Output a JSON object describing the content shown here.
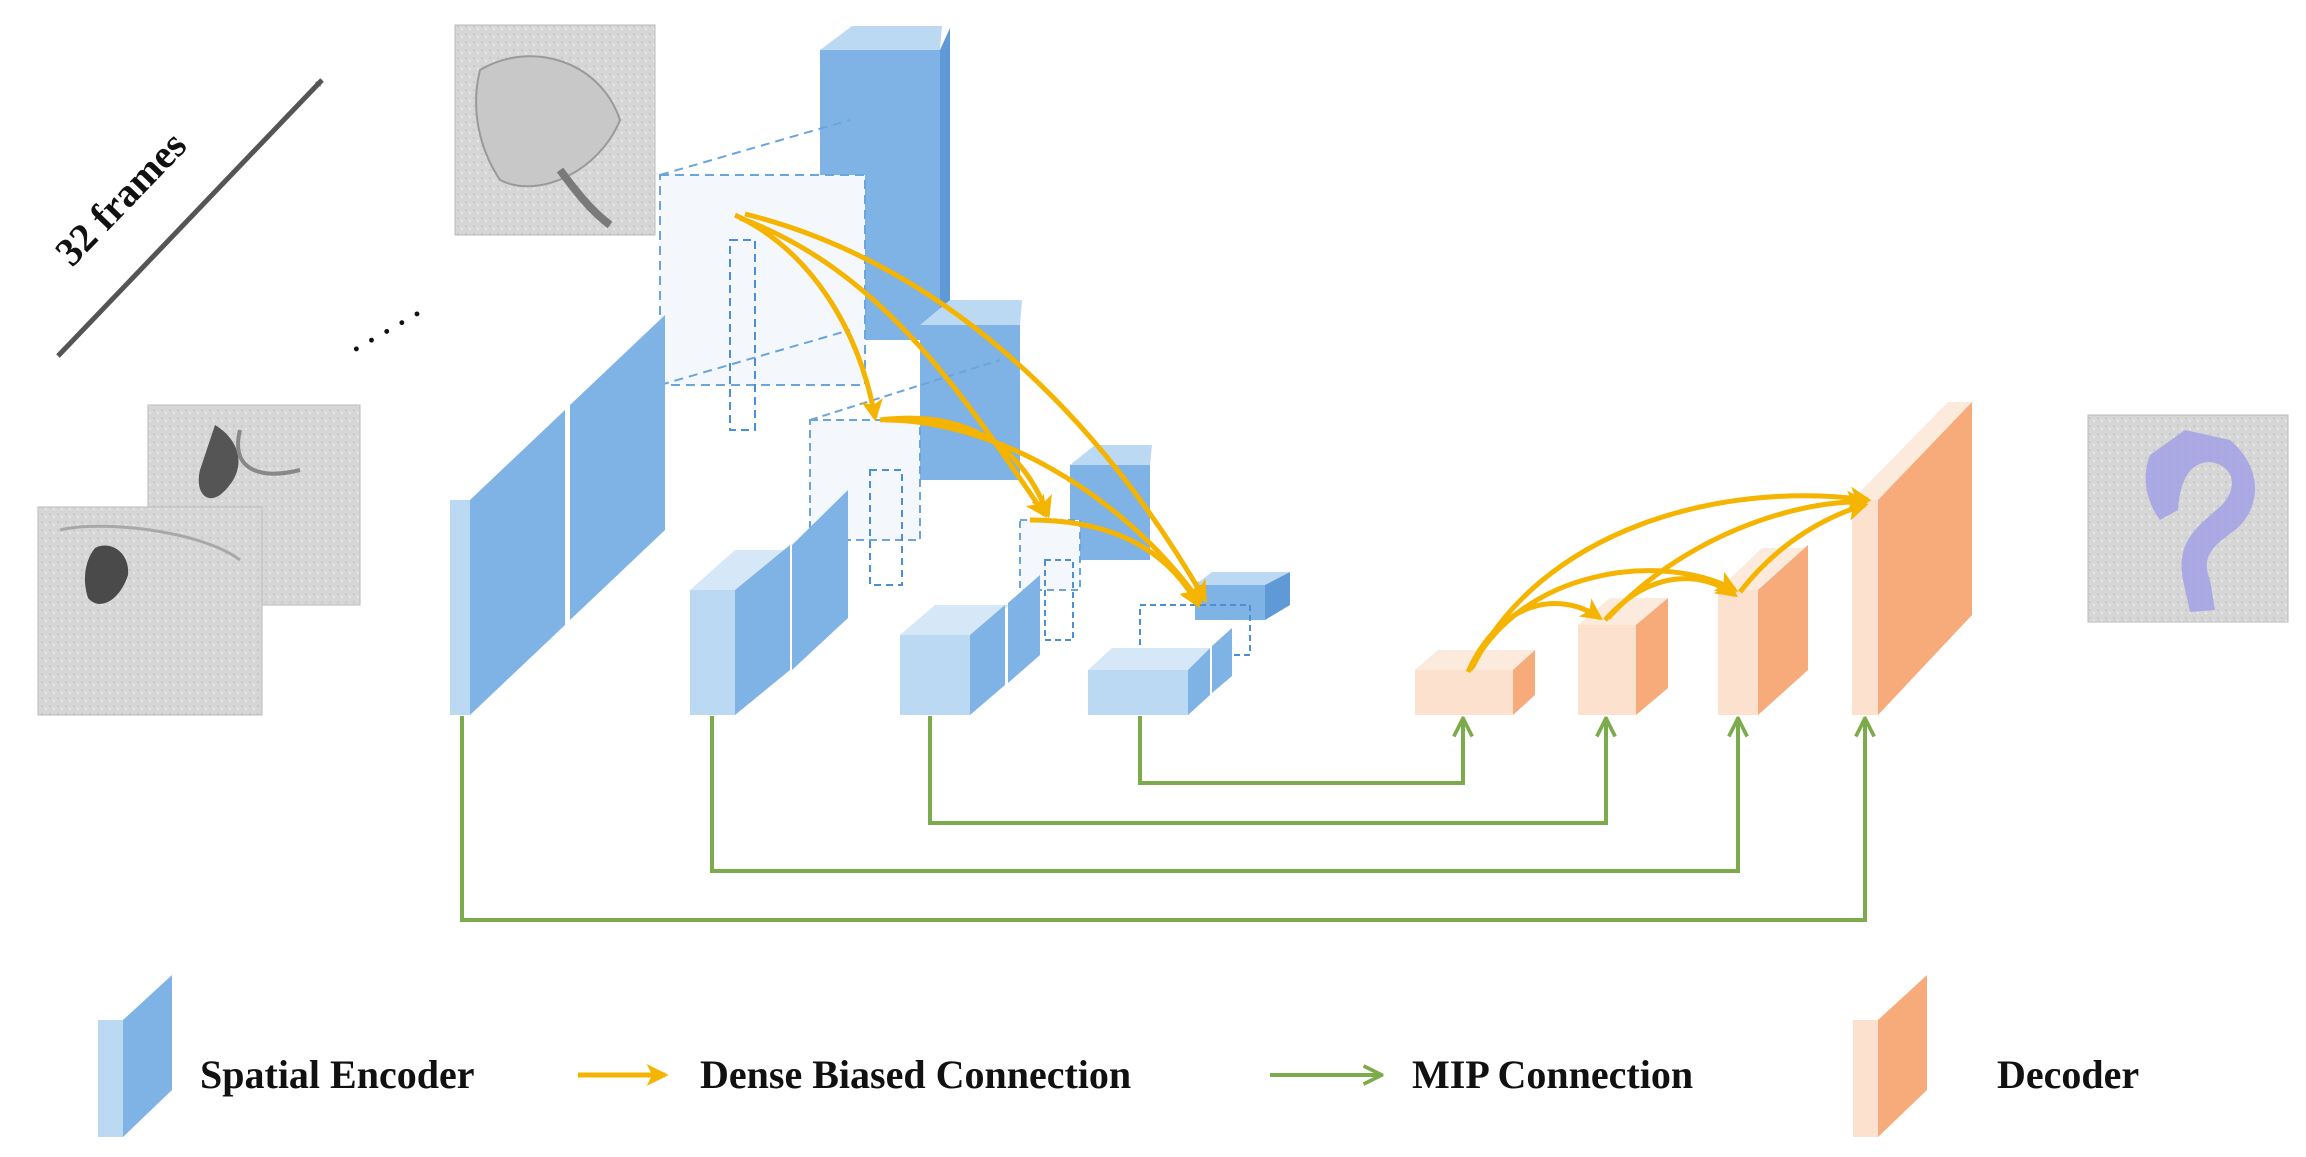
{
  "frames_label": "32 frames",
  "ellipsis": "· · · · ·",
  "legend": {
    "spatial_encoder": "Spatial Encoder",
    "dense_biased_connection": "Dense Biased Connection",
    "mip_connection": "MIP Connection",
    "decoder": "Decoder"
  },
  "colors": {
    "encoder_face": "#7fb2e5",
    "encoder_side": "#5f99d6",
    "encoder_front": "#bcd9f4",
    "decoder_face": "#f7aa7a",
    "decoder_front": "#fde1cf",
    "dense_arrow": "#f5b400",
    "mip_arrow": "#7bab4a",
    "frames_arrow": "#555555"
  },
  "icons": {
    "input_frames": "angiography-frame-images",
    "output_mask": "vessel-segmentation-mask-image",
    "encoder_block": "blue-3d-block-icon",
    "decoder_block": "orange-3d-block-icon"
  }
}
